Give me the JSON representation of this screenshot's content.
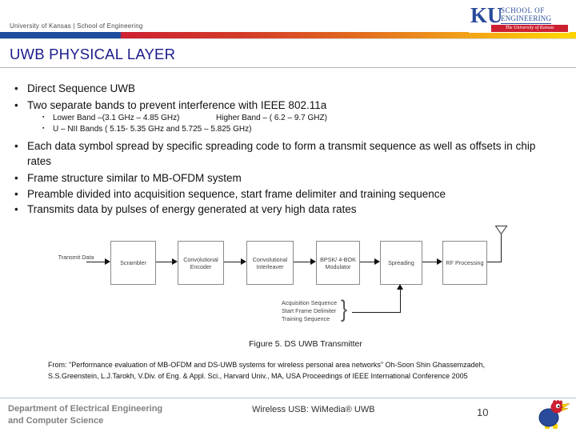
{
  "header": {
    "institution": "University of Kansas | School of Engineering",
    "logo": {
      "ku": "KU",
      "school_line1": "SCHOOL OF",
      "school_line2": "ENGINEERING",
      "banner": "The University of Kansas"
    },
    "bar_colors": {
      "blue": "#1f4e9f",
      "red": "#cd2232",
      "orange": "#e0641f",
      "gold": "#ffd200"
    }
  },
  "title": "UWB PHYSICAL LAYER",
  "bullets": {
    "marker": "•",
    "submarker": "▪",
    "b1": "Direct Sequence UWB",
    "b2": "Two separate bands to prevent interference with IEEE 802.11a",
    "sub1_left": "Lower Band –(3.1 GHz – 4.85 GHz)",
    "sub1_right": "Higher Band – ( 6.2 – 9.7 GHZ)",
    "sub2": "U – NII Bands ( 5.15- 5.35 GHz and 5.725 – 5.825 GHz)",
    "b3": "Each data symbol spread by specific spreading code to form a transmit sequence as well as offsets in chip rates",
    "b4": "Frame structure similar to MB-OFDM system",
    "b5": "Preamble divided into acquisition sequence, start frame delimiter and training sequence",
    "b6": "Transmits data by pulses of energy generated at very high data rates"
  },
  "diagram": {
    "input_label": "Transmit Data",
    "blocks": [
      "Scrambler",
      "Convolutional Encoder",
      "Convolutional Interleaver",
      "BPSK/ 4-BOK Modulator",
      "Spreading",
      "RF Processing"
    ],
    "preamble_lines": [
      "Acquisition Sequence",
      "Start Frame Delimiter",
      "Training Sequence"
    ],
    "brace": "}",
    "caption": "Figure 5. DS UWB Transmitter"
  },
  "citation": "From: \"Performance evaluation of MB-OFDM and DS-UWB systems for wireless personal area networks\" Oh-Soon Shin Ghassemzadeh, S.S.Greenstein, L.J.Tarokh, V.Div. of Eng. & Appl. Sci., Harvard Univ., MA, USA Proceedings of IEEE International Conference 2005",
  "footer": {
    "dept_line1": "Department of Electrical Engineering",
    "dept_line2": "and Computer Science",
    "center": "Wireless USB: WiMedia® UWB",
    "page_number": "10"
  }
}
